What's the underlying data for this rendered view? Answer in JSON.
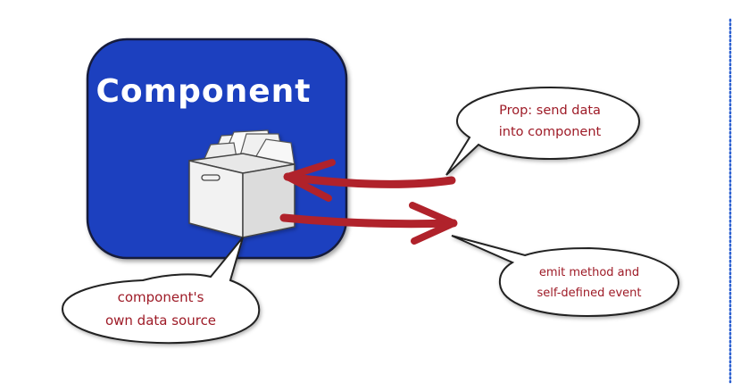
{
  "component": {
    "title": "Component",
    "color": "#1f3fbf"
  },
  "callouts": {
    "prop_line1": "Prop: send data",
    "prop_line2": "into component",
    "emit_line1": "emit method and",
    "emit_line2": "self-defined event",
    "source_line1": "component's",
    "source_line2": "own data source"
  },
  "colors": {
    "arrow": "#b0222b",
    "callout_text": "#9e1b27",
    "divider": "#2a5fd0"
  }
}
